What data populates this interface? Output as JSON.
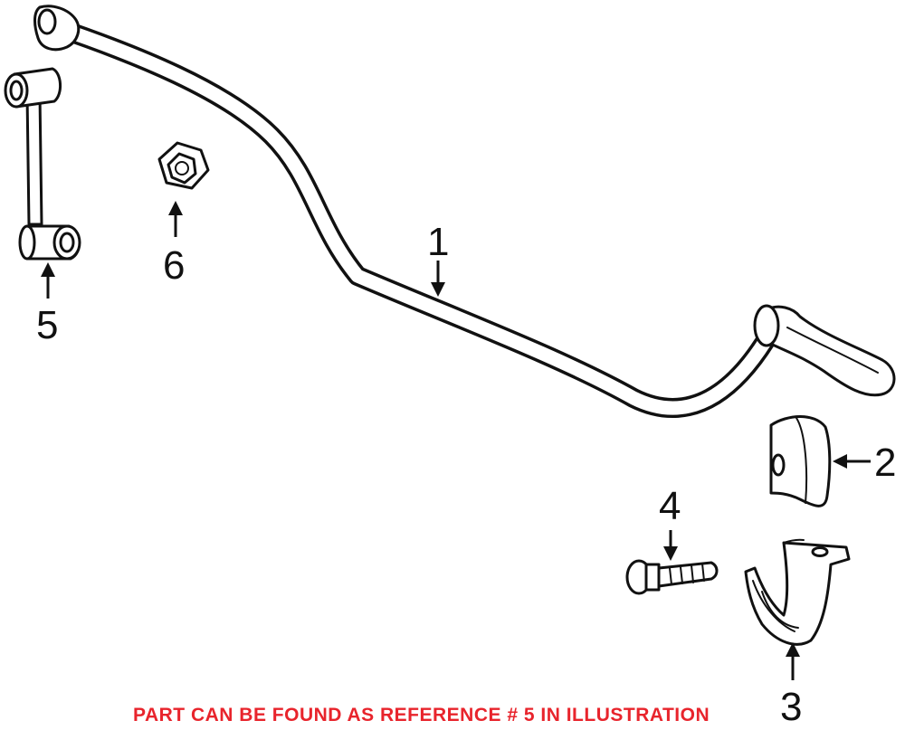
{
  "callouts": {
    "c1": "1",
    "c2": "2",
    "c3": "3",
    "c4": "4",
    "c5": "5",
    "c6": "6"
  },
  "note": {
    "text": "PART CAN BE FOUND AS REFERENCE # 5 IN ILLUSTRATION",
    "color": "#e8242c"
  },
  "colors": {
    "line": "#111111",
    "background": "#ffffff"
  }
}
